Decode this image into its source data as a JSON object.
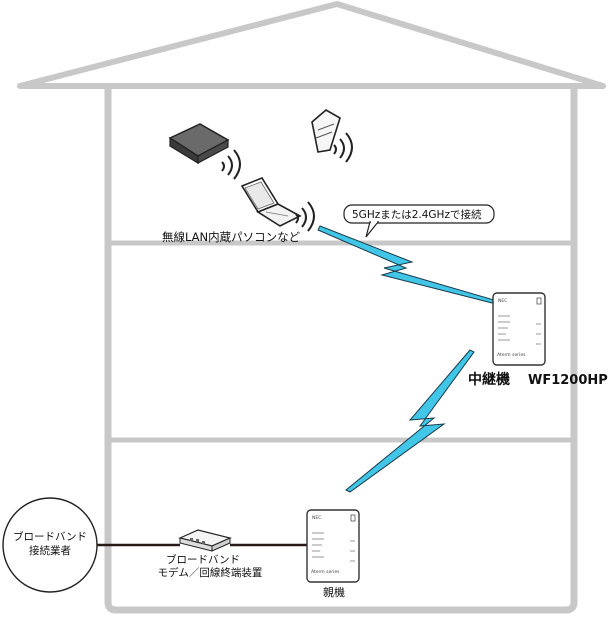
{
  "labels": {
    "wireless_pcs": "無線LAN内蔵パソコンなど",
    "band_callout": "5GHzまたは2.4GHzで接続",
    "repeater_name": "中継機",
    "repeater_model": "WF1200HP",
    "parent_name": "親機",
    "isp_line1": "ブロードバンド",
    "isp_line2": "接続業者",
    "modem_line1": "ブロードバンド",
    "modem_line2": "モデム／回線終端装置",
    "device_brand": "NEC",
    "device_footer": "Aterm series"
  },
  "colors": {
    "house_outline": "#c8c8c8",
    "wireless_bolt_fill": "#41c6e8",
    "wireless_bolt_stroke": "#1a3a4a",
    "cable": "#2a1a1a"
  },
  "icons": [
    "router-icon",
    "tablet-icon",
    "laptop-icon",
    "wifi-signal-icon",
    "modem-icon"
  ]
}
